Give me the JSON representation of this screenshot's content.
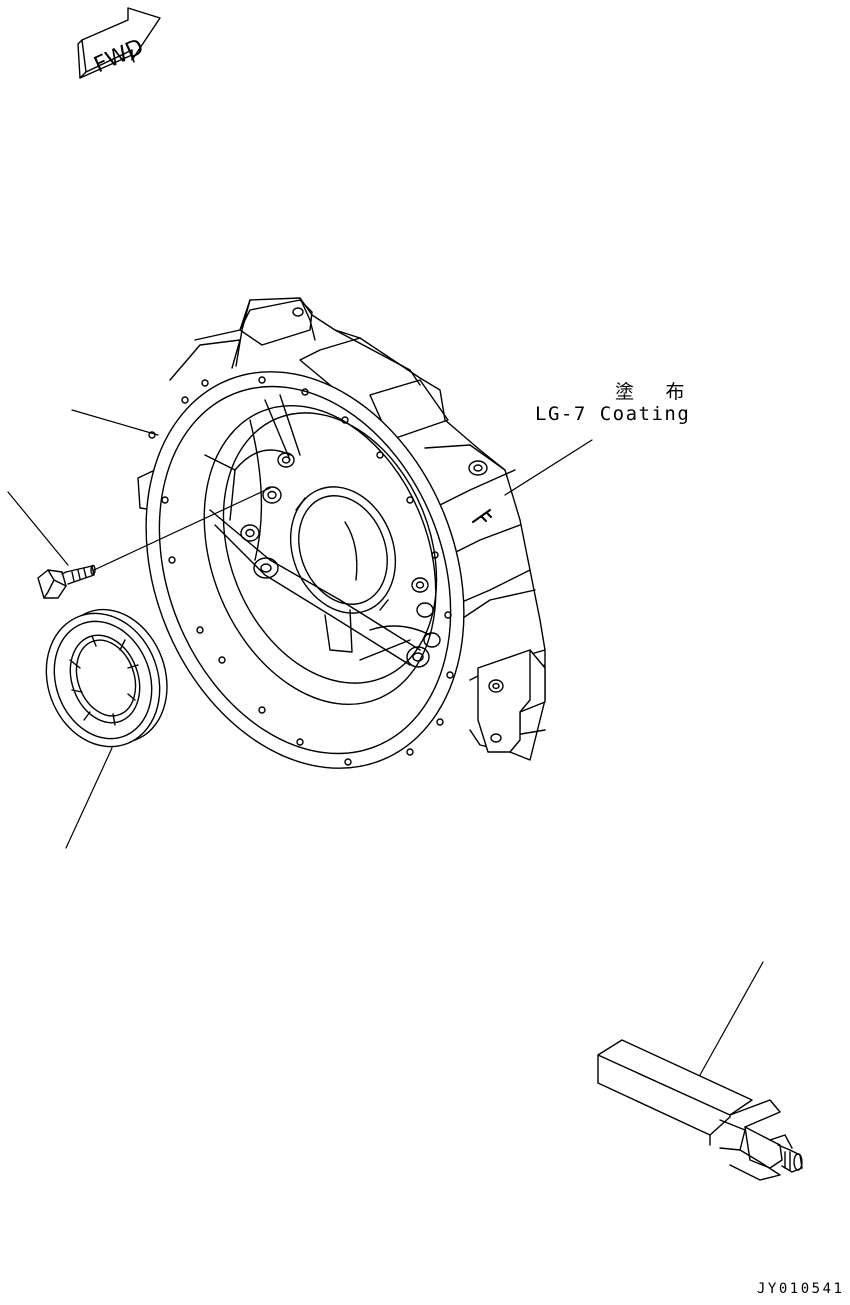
{
  "direction_arrow": {
    "label": "FWD"
  },
  "coating_note": {
    "japanese": "塗 布",
    "english": "LG-7 Coating"
  },
  "drawing_number": "JY010541"
}
